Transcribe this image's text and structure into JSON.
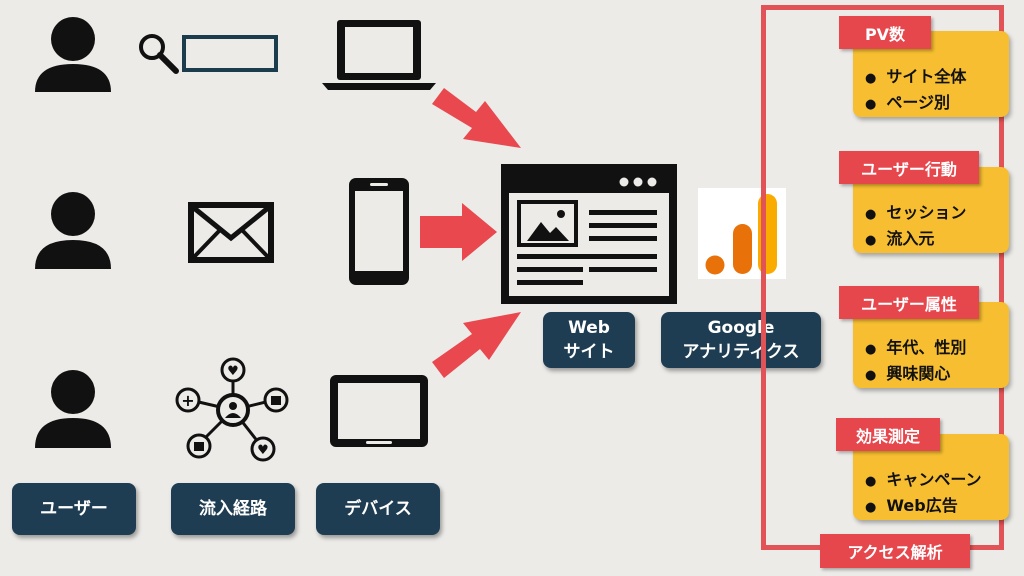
{
  "labels": {
    "users": "ユーザー",
    "channels": "流入経路",
    "devices": "デバイス",
    "website_line1": "Web",
    "website_line2": "サイト",
    "ga_line1": "Google",
    "ga_line2": "アナリティクス"
  },
  "icons": {
    "row1": [
      "user-icon",
      "search-icon",
      "search-box-icon",
      "laptop-icon"
    ],
    "row2": [
      "user-icon",
      "mail-icon",
      "smartphone-icon"
    ],
    "row3": [
      "user-icon",
      "social-network-icon",
      "tablet-icon"
    ],
    "center": [
      "browser-window-icon",
      "google-analytics-logo-icon"
    ]
  },
  "colors": {
    "arrow": "#e8484e",
    "dark": "#111111",
    "label_bg": "#1f3d52",
    "card": "#f6be30",
    "tag": "#e6474d",
    "ga_orange": "#e8710a",
    "ga_yellow": "#f9ab00"
  },
  "analysis": {
    "footer": "アクセス解析",
    "sections": [
      {
        "title": "PV数",
        "items": [
          "サイト全体",
          "ページ別"
        ]
      },
      {
        "title": "ユーザー行動",
        "items": [
          "セッション",
          "流入元"
        ]
      },
      {
        "title": "ユーザー属性",
        "items": [
          "年代、性別",
          "興味関心"
        ]
      },
      {
        "title": "効果測定",
        "items": [
          "キャンペーン",
          "Web広告"
        ]
      }
    ]
  }
}
